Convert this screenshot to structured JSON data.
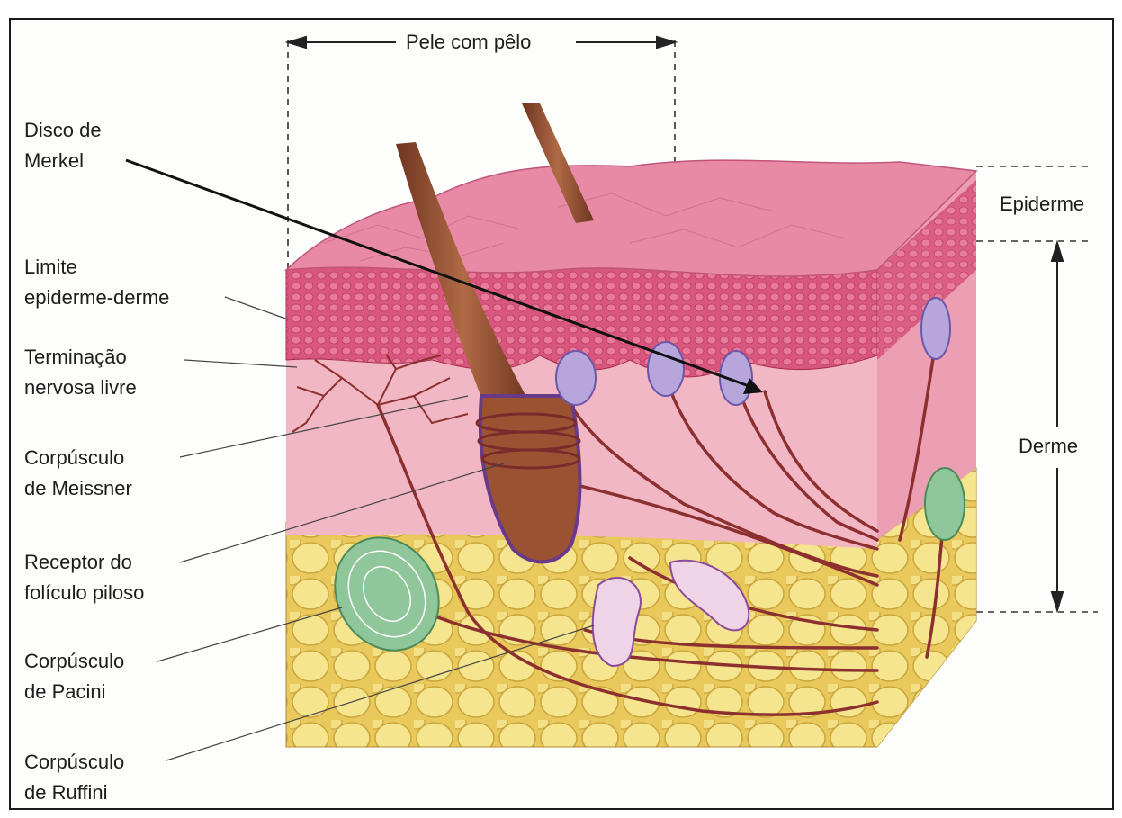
{
  "diagram": {
    "top_label": "Pele com pêlo",
    "right_labels": {
      "epidermis": "Epiderme",
      "dermis": "Derme"
    },
    "left_labels": [
      {
        "line1": "Disco de",
        "line2": "Merkel"
      },
      {
        "line1": "Limite",
        "line2": "epiderme-derme"
      },
      {
        "line1": "Terminação",
        "line2": "nervosa livre"
      },
      {
        "line1": "Corpúsculo",
        "line2": "de Meissner"
      },
      {
        "line1": "Receptor do",
        "line2": "folículo piloso"
      },
      {
        "line1": "Corpúsculo",
        "line2": "de Pacini"
      },
      {
        "line1": "Corpúsculo",
        "line2": "de Ruffini"
      }
    ],
    "colors": {
      "epidermis": "#d9577f",
      "dermis": "#f2b7c4",
      "fat": "#f1e08a",
      "hair": "#8a4a2e",
      "nerve": "#8c2f2f",
      "pacini": "#8fc79a",
      "receptor": "#a88ad6"
    }
  }
}
